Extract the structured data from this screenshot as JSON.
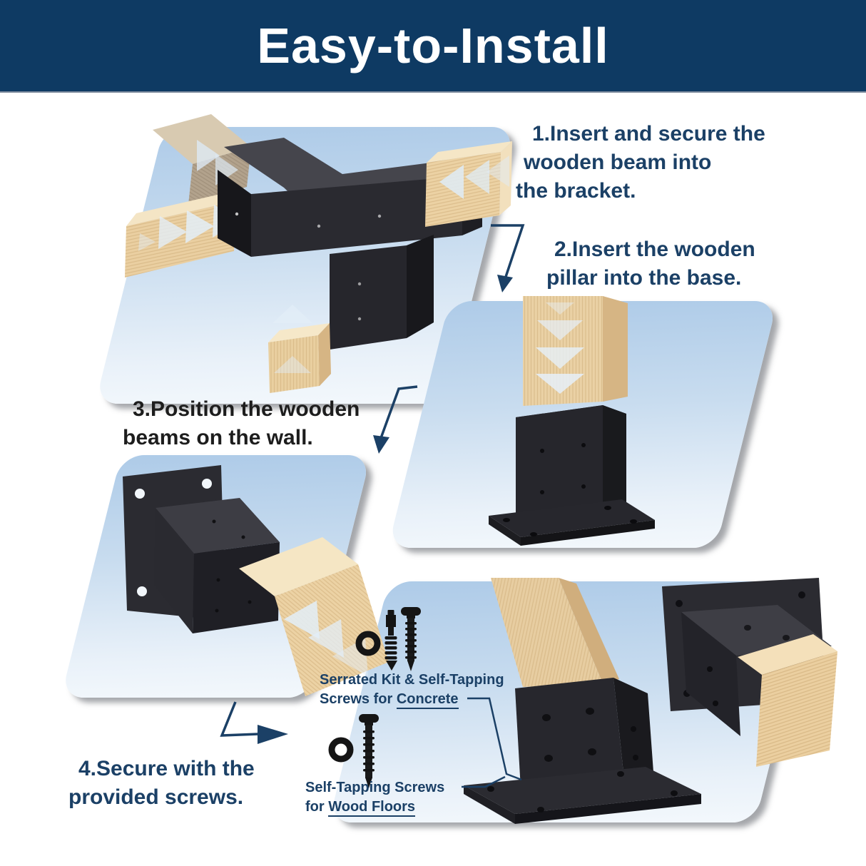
{
  "header": {
    "title": "Easy-to-Install",
    "bg_color": "#0e3a63",
    "text_color": "#ffffff"
  },
  "steps": [
    {
      "id": 1,
      "lines": [
        "1.Insert and secure the",
        "wooden beam into",
        "the bracket."
      ],
      "color": "#1b4066"
    },
    {
      "id": 2,
      "lines": [
        "2.Insert the wooden",
        "pillar into the base."
      ],
      "color": "#1b4066"
    },
    {
      "id": 3,
      "lines": [
        "3.Position the wooden",
        "beams on the wall."
      ],
      "color": "#1d1d1d"
    },
    {
      "id": 4,
      "lines": [
        "4.Secure with the",
        "provided screws."
      ],
      "color": "#1b4066"
    }
  ],
  "hardware_labels": {
    "concrete": {
      "line1": "Serrated Kit & Self-Tapping",
      "line2_prefix": "Screws for ",
      "line2_underlined": "Concrete"
    },
    "wood_floor": {
      "line1": "Self-Tapping Screws",
      "line2_prefix": "for ",
      "line2_underlined": "Wood Floors"
    }
  },
  "panels": [
    {
      "name": "three-way-corner-bracket-with-beams"
    },
    {
      "name": "wood-pillar-above-post-base"
    },
    {
      "name": "wall-mount-bracket-with-beam"
    },
    {
      "name": "assembled-post-base-and-wall-bracket-with-screws"
    }
  ],
  "colors": {
    "accent_navy": "#1b4066",
    "panel_gradient_top": "#aecbe8",
    "panel_gradient_bottom": "#f3f8fc",
    "bracket_black": "#26262c",
    "wood_tan": "#ecd2a4",
    "chevron_blue": "#e3eef8"
  }
}
